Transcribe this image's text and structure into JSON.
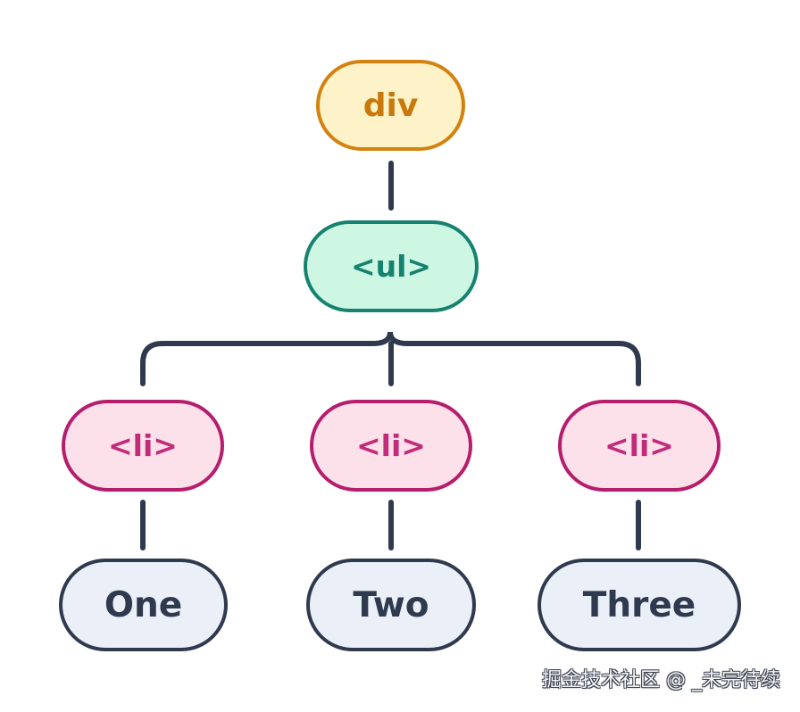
{
  "diagram": {
    "root": {
      "label": "div"
    },
    "list": {
      "label": "<ul>"
    },
    "items": [
      {
        "label": "<li>",
        "text": "One"
      },
      {
        "label": "<li>",
        "text": "Two"
      },
      {
        "label": "<li>",
        "text": "Three"
      }
    ]
  },
  "watermark": "掘金技术社区 @ _未完待续",
  "colors": {
    "connector": "#2f3a4e",
    "div_fill": "#fdf2c8",
    "div_border": "#d4820f",
    "ul_fill": "#cdf7e3",
    "ul_border": "#16826f",
    "li_fill": "#fde1ea",
    "li_border": "#b61e6d",
    "text_fill": "#ebeff8",
    "text_border": "#2f3a4e"
  }
}
